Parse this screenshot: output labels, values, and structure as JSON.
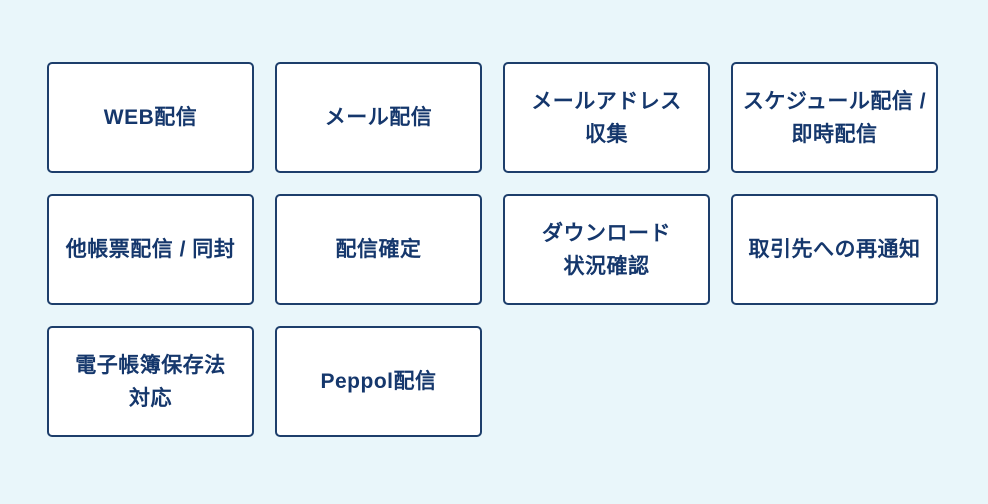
{
  "colors": {
    "bg": "#e9f6fa",
    "card_bg": "#ffffff",
    "card_border": "#1d3e6b",
    "card_text": "#15376c"
  },
  "cards": [
    {
      "id": "web-delivery",
      "lines": [
        "WEB配信"
      ]
    },
    {
      "id": "mail-delivery",
      "lines": [
        "メール配信"
      ]
    },
    {
      "id": "mail-address-collection",
      "lines": [
        "メールアドレス",
        "収集"
      ]
    },
    {
      "id": "schedule-delivery",
      "lines": [
        "スケジュール配信 /",
        "即時配信"
      ]
    },
    {
      "id": "other-forms-delivery",
      "lines": [
        "他帳票配信 / 同封"
      ]
    },
    {
      "id": "delivery-confirmation",
      "lines": [
        "配信確定"
      ]
    },
    {
      "id": "download-status-check",
      "lines": [
        "ダウンロード",
        "状況確認"
      ]
    },
    {
      "id": "partner-renotification",
      "lines": [
        "取引先への再通知"
      ]
    },
    {
      "id": "denshichobo-compliance",
      "lines": [
        "電子帳簿保存法",
        "対応"
      ]
    },
    {
      "id": "peppol-delivery",
      "lines": [
        "Peppol配信"
      ]
    }
  ]
}
